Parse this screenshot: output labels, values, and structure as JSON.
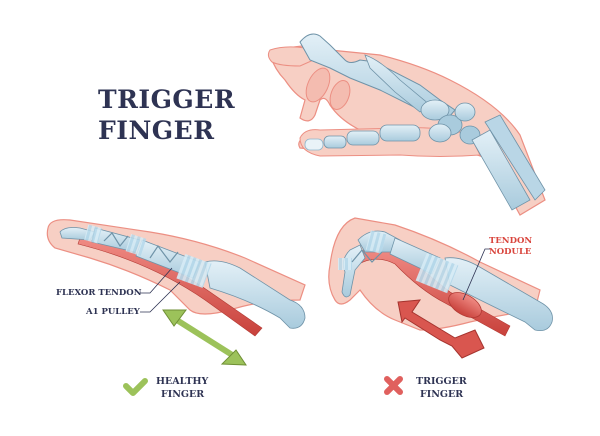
{
  "title": {
    "line1": "TRIGGER",
    "line2": "FINGER"
  },
  "labels": {
    "flexor_tendon": "FLEXOR TENDON",
    "a1_pulley": "A1 PULLEY",
    "tendon_nodule_line1": "TENDON",
    "tendon_nodule_line2": "NODULE"
  },
  "legend": {
    "healthy": {
      "line1": "HEALTHY",
      "line2": "FINGER",
      "icon": "check-icon",
      "color": "#9cc25a"
    },
    "trigger": {
      "line1": "TRIGGER",
      "line2": "FINGER",
      "icon": "x-icon",
      "color": "#e0605e"
    }
  },
  "colors": {
    "title_text": "#2e3353",
    "nodule_label": "#d9453d",
    "skin": "#f7cfc4",
    "skin_outline": "#ec8f83",
    "bone": "#c9e1ee",
    "bone_dark": "#8fb6cc",
    "tendon": "#d9564f",
    "healthy_arrow": "#9cc25a",
    "trigger_arrow": "#d9564f"
  }
}
